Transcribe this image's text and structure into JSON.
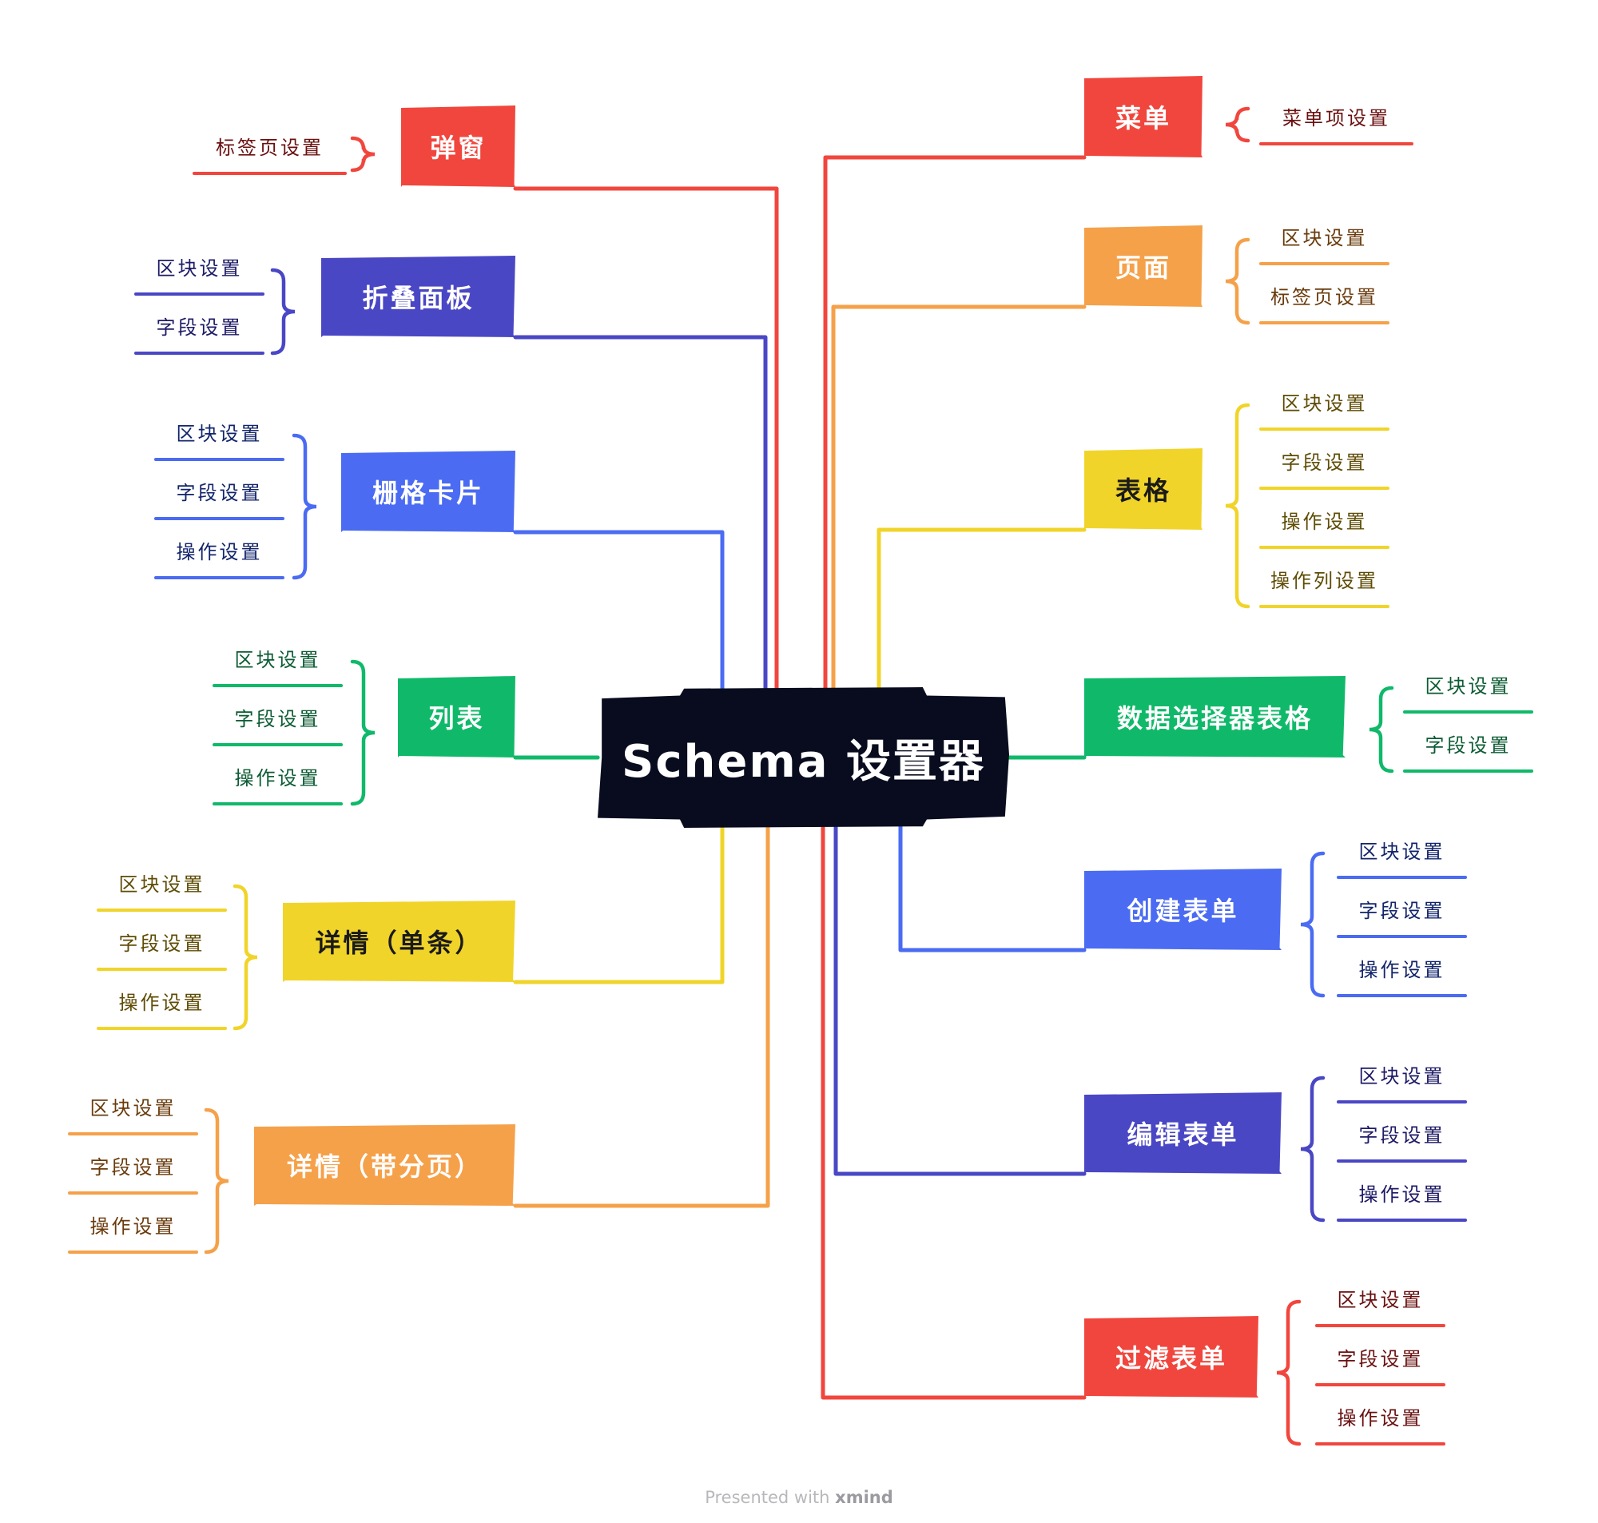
{
  "center": {
    "label": "Schema 设置器",
    "color": "#080c1e"
  },
  "footer": {
    "prefix": "Presented with",
    "brand": "xmind"
  },
  "colors": {
    "red": "#f1463d",
    "orange": "#f5a14a",
    "yellow": "#f1d42a",
    "green": "#10b96a",
    "blue": "#4a6bf2",
    "indigo": "#4a47c5",
    "red_text": "#6a1010",
    "orange_text": "#6a3b0c",
    "yellow_text": "#5f4c05",
    "green_text": "#0c5b33",
    "blue_text": "#12246a",
    "indigo_text": "#1d1a66"
  },
  "left_topics": [
    {
      "id": "popup",
      "label": "弹窗",
      "color": "red",
      "children": [
        "标签页设置"
      ]
    },
    {
      "id": "collapse",
      "label": "折叠面板",
      "color": "indigo",
      "children": [
        "区块设置",
        "字段设置"
      ]
    },
    {
      "id": "gridcard",
      "label": "栅格卡片",
      "color": "blue",
      "children": [
        "区块设置",
        "字段设置",
        "操作设置"
      ]
    },
    {
      "id": "list",
      "label": "列表",
      "color": "green",
      "children": [
        "区块设置",
        "字段设置",
        "操作设置"
      ]
    },
    {
      "id": "detail-single",
      "label": "详情（单条）",
      "color": "yellow",
      "children": [
        "区块设置",
        "字段设置",
        "操作设置"
      ]
    },
    {
      "id": "detail-tabs",
      "label": "详情（带分页）",
      "color": "orange",
      "children": [
        "区块设置",
        "字段设置",
        "操作设置"
      ]
    }
  ],
  "right_topics": [
    {
      "id": "menu",
      "label": "菜单",
      "color": "red",
      "children": [
        "菜单项设置"
      ]
    },
    {
      "id": "page",
      "label": "页面",
      "color": "orange",
      "children": [
        "区块设置",
        "标签页设置"
      ]
    },
    {
      "id": "table",
      "label": "表格",
      "color": "yellow",
      "children": [
        "区块设置",
        "字段设置",
        "操作设置",
        "操作列设置"
      ]
    },
    {
      "id": "data-selector-table",
      "label": "数据选择器表格",
      "color": "green",
      "children": [
        "区块设置",
        "字段设置"
      ]
    },
    {
      "id": "create-form",
      "label": "创建表单",
      "color": "blue",
      "children": [
        "区块设置",
        "字段设置",
        "操作设置"
      ]
    },
    {
      "id": "edit-form",
      "label": "编辑表单",
      "color": "indigo",
      "children": [
        "区块设置",
        "字段设置",
        "操作设置"
      ]
    },
    {
      "id": "filter-form",
      "label": "过滤表单",
      "color": "red",
      "children": [
        "区块设置",
        "字段设置",
        "操作设置"
      ]
    }
  ]
}
